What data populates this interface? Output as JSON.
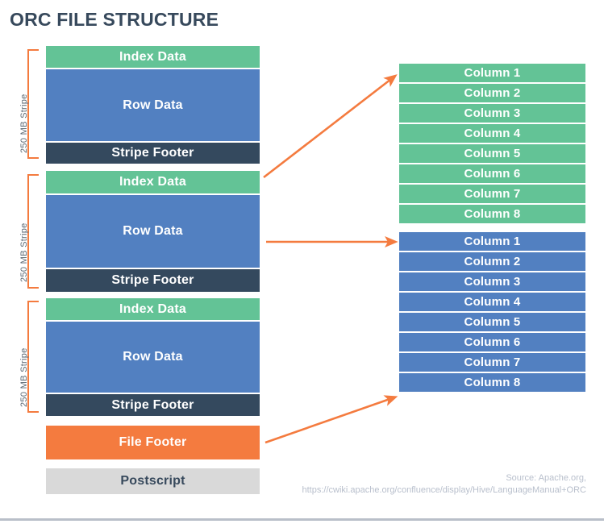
{
  "title": "ORC FILE STRUCTURE",
  "stripes": [
    {
      "label": "250 MB Stripe",
      "blocks": [
        {
          "name": "index-data",
          "label": "Index Data",
          "color": "#63c396"
        },
        {
          "name": "row-data",
          "label": "Row Data",
          "color": "#5280c1"
        },
        {
          "name": "stripe-footer",
          "label": "Stripe Footer",
          "color": "#34495e"
        }
      ]
    },
    {
      "label": "250 MB Stripe",
      "blocks": [
        {
          "name": "index-data",
          "label": "Index Data",
          "color": "#63c396"
        },
        {
          "name": "row-data",
          "label": "Row Data",
          "color": "#5280c1"
        },
        {
          "name": "stripe-footer",
          "label": "Stripe Footer",
          "color": "#34495e"
        }
      ]
    },
    {
      "label": "250 MB Stripe",
      "blocks": [
        {
          "name": "index-data",
          "label": "Index Data",
          "color": "#63c396"
        },
        {
          "name": "row-data",
          "label": "Row Data",
          "color": "#5280c1"
        },
        {
          "name": "stripe-footer",
          "label": "Stripe Footer",
          "color": "#34495e"
        }
      ]
    }
  ],
  "file_tail": [
    {
      "name": "file-footer",
      "label": "File Footer",
      "color": "#f47b3f"
    },
    {
      "name": "postscript",
      "label": "Postscript",
      "color": "#d9d9d9"
    }
  ],
  "column_groups": [
    {
      "name": "index-columns",
      "color": "#63c396",
      "columns": [
        "Column 1",
        "Column 2",
        "Column 3",
        "Column 4",
        "Column 5",
        "Column 6",
        "Column 7",
        "Column 8"
      ]
    },
    {
      "name": "row-columns",
      "color": "#5280c1",
      "columns": [
        "Column 1",
        "Column 2",
        "Column 3",
        "Column 4",
        "Column 5",
        "Column 6",
        "Column 7",
        "Column 8"
      ]
    }
  ],
  "arrows": [
    {
      "name": "index-data-to-index-columns",
      "color": "#f47b3f"
    },
    {
      "name": "row-data-to-row-columns",
      "color": "#f47b3f"
    },
    {
      "name": "file-footer-to-row-columns",
      "color": "#f47b3f"
    }
  ],
  "source": {
    "line1": "Source: Apache.org,",
    "line2": "https://cwiki.apache.org/confluence/display/Hive/LanguageManual+ORC"
  },
  "colors": {
    "green": "#63c396",
    "blue": "#5280c1",
    "dark": "#34495e",
    "orange": "#f47b3f",
    "gray": "#d9d9d9",
    "title": "#37495c"
  }
}
